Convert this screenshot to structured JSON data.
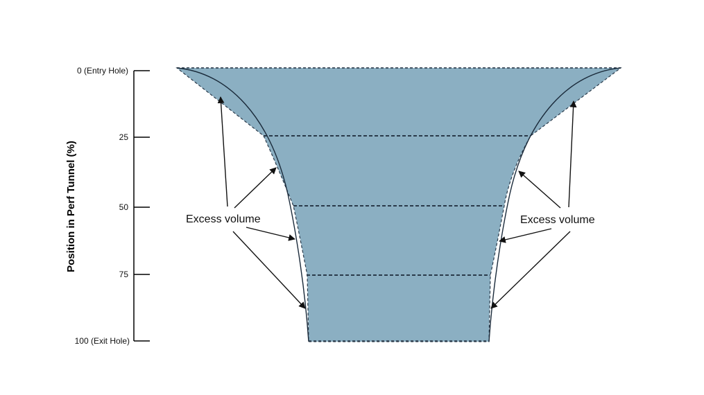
{
  "axis": {
    "title": "Position in Perf Tunnel (%)",
    "ticks": [
      {
        "value": 0,
        "label": "0 (Entry Hole)"
      },
      {
        "value": 25,
        "label": "25"
      },
      {
        "value": 50,
        "label": "50"
      },
      {
        "value": 75,
        "label": "75"
      },
      {
        "value": 100,
        "label": "100 (Exit Hole)"
      }
    ]
  },
  "annotations": {
    "left": "Excess volume",
    "right": "Excess volume"
  },
  "colors": {
    "fill": "#8bafc2",
    "dash": "#2a3a4a",
    "line": "#1a2a3a",
    "axis": "#000000"
  }
}
